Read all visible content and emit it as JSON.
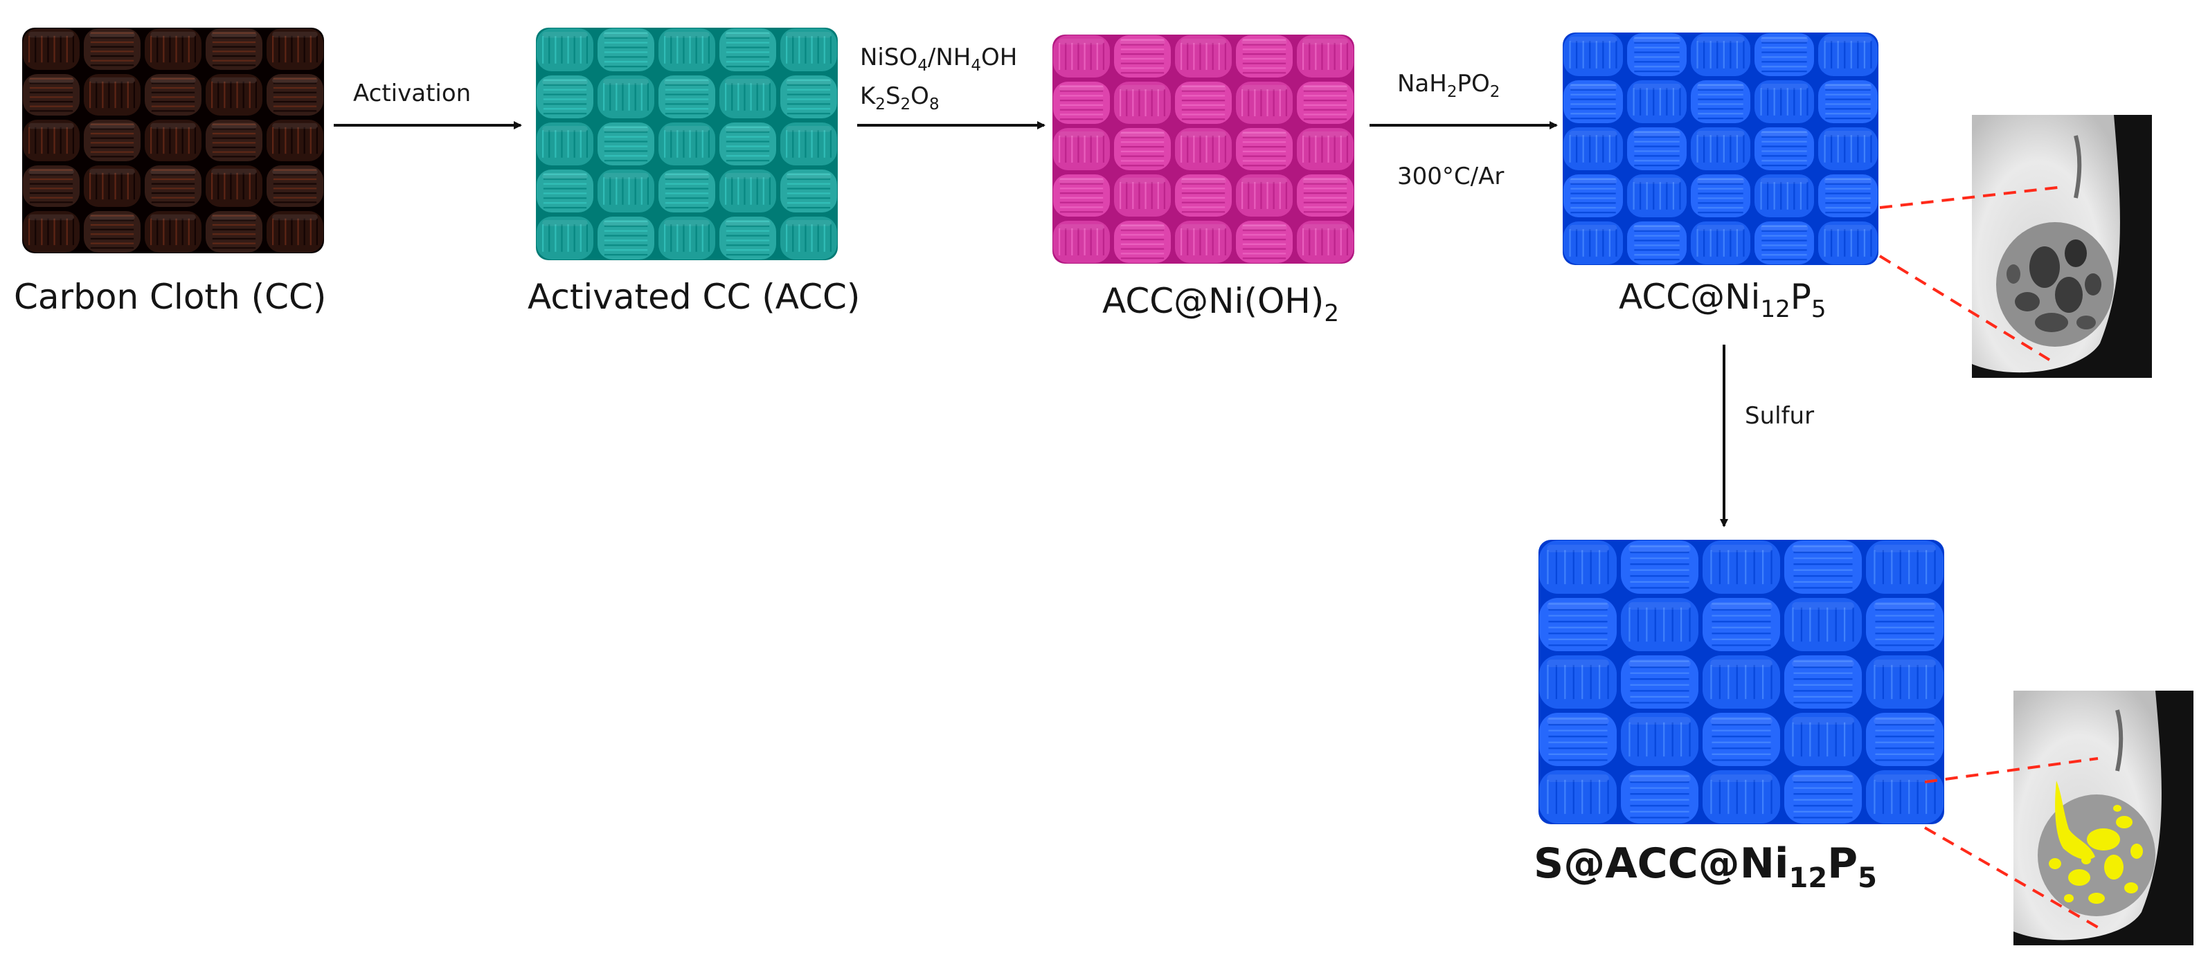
{
  "materials": {
    "cc": {
      "label": "Carbon Cloth (CC)",
      "color": "#2a120c",
      "weave": "#6e2c18"
    },
    "acc": {
      "label": "Activated CC (ACC)",
      "color": "#1e9e98",
      "weave": "#36c7c0"
    },
    "acc_nioh": {
      "label_main": "ACC@Ni(OH)",
      "label_sub": "2",
      "color": "#d43aa3",
      "weave": "#f06ac6"
    },
    "acc_nip": {
      "label_main": "ACC@Ni",
      "label_sub1": "12",
      "label_p": "P",
      "label_sub2": "5",
      "color": "#1c5ef2",
      "weave": "#4d8dff"
    },
    "s_acc_nip": {
      "label_main": "S@ACC@Ni",
      "label_sub1": "12",
      "label_p": "P",
      "label_sub2": "5",
      "color": "#1c5ef2",
      "weave": "#4d8dff"
    }
  },
  "arrows": {
    "activation": {
      "label": "Activation"
    },
    "ni_deposition": {
      "line1": {
        "a": "NiSO",
        "a_sub": "4",
        "b": "/NH",
        "b_sub": "4",
        "c": "OH"
      },
      "line2": {
        "a": "K",
        "a_sub": "2",
        "b": "S",
        "b_sub": "2",
        "c": "O",
        "c_sub": "8"
      }
    },
    "phosphidation": {
      "line1": {
        "a": "NaH",
        "a_sub": "2",
        "b": "PO",
        "b_sub": "2"
      },
      "line2": "300°C/Ar"
    },
    "sulfur": {
      "label": "Sulfur"
    }
  },
  "colors": {
    "arrow": "#111111",
    "callout_dash": "#ff2a1a",
    "sulfur_fill": "#f4f000",
    "sem_bg": "#111111"
  }
}
